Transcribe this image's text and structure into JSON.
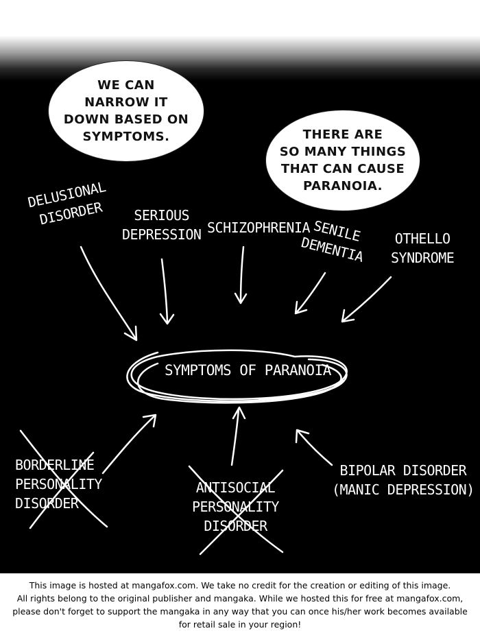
{
  "bubbles": {
    "left": "WE CAN\nNARROW IT\nDOWN BASED ON\nSYMPTOMS.",
    "right": "THERE ARE\nSO MANY THINGS\nTHAT CAN CAUSE\nPARANOIA."
  },
  "causes": {
    "delusional": "DELUSIONAL\nDISORDER",
    "serious": "SERIOUS\nDEPRESSION",
    "schizo": "SCHIZOPHRENIA",
    "senile": "SENILE\nDEMENTIA",
    "othello": "OTHELLO\nSYNDROME"
  },
  "center": "SYMPTOMS OF PARANOIA",
  "ruled_out": {
    "borderline": "BORDERLINE\nPERSONALITY\nDISORDER",
    "antisocial": "ANTISOCIAL\nPERSONALITY\nDISORDER"
  },
  "bipolar": "BIPOLAR DISORDER\n(MANIC DEPRESSION)",
  "footer": "This image is hosted at mangafox.com. We take no credit for the creation or editing of this image.\nAll rights belong to the original publisher and mangaka. While we hosted this for free at mangafox.com,\nplease don't forget to support the mangaka in any way that you can once his/her work becomes available\nfor retail sale in your region!",
  "colors": {
    "ink": "#ffffff",
    "background": "#000000",
    "bubble": "#ffffff"
  }
}
